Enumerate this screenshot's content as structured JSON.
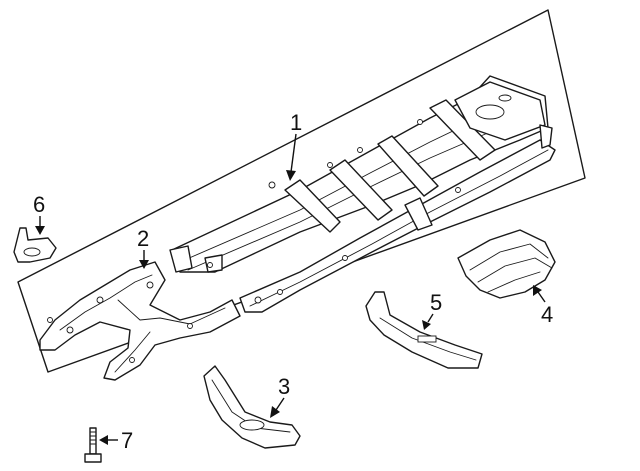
{
  "diagram": {
    "callouts": [
      {
        "id": "1",
        "text": "1"
      },
      {
        "id": "2",
        "text": "2"
      },
      {
        "id": "3",
        "text": "3"
      },
      {
        "id": "4",
        "text": "4"
      },
      {
        "id": "5",
        "text": "5"
      },
      {
        "id": "6",
        "text": "6"
      },
      {
        "id": "7",
        "text": "7"
      }
    ],
    "colors": {
      "line": "#1a1a1a",
      "background": "#ffffff"
    }
  }
}
